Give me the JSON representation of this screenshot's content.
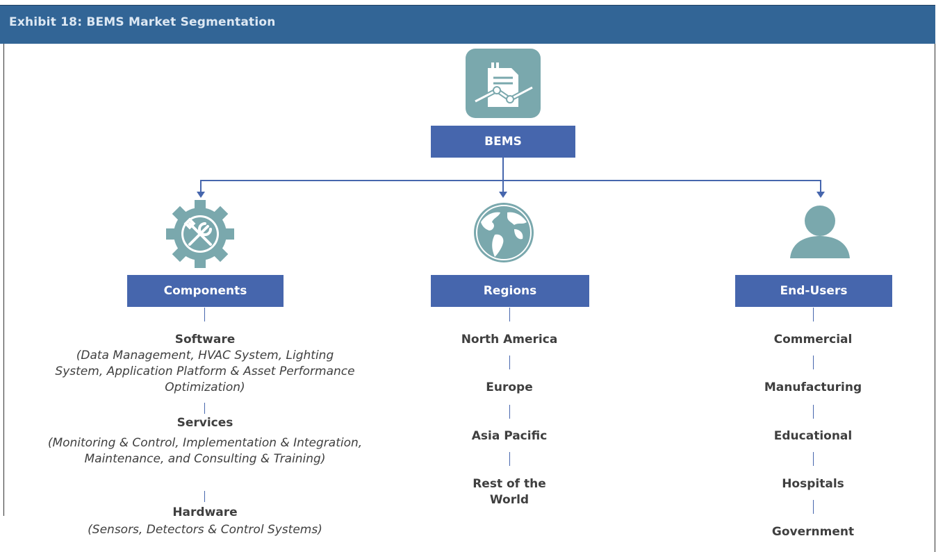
{
  "header": {
    "title": "Exhibit 18: BEMS Market Segmentation"
  },
  "root": {
    "label": "BEMS",
    "icon": "document-chart-icon"
  },
  "colors": {
    "header_bg": "#326596",
    "box_bg": "#4666ad",
    "icon_teal": "#7aa8ad",
    "text": "#3f3f3f"
  },
  "branches": {
    "components": {
      "label": "Components",
      "icon": "gear-tools-icon",
      "items": [
        {
          "name": "Software",
          "detail": "(Data Management, HVAC System, Lighting System, Application Platform & Asset Performance Optimization)"
        },
        {
          "name": "Services",
          "detail": "(Monitoring & Control, Implementation & Integration, Maintenance, and Consulting & Training)"
        },
        {
          "name": "Hardware",
          "detail": "(Sensors, Detectors & Control Systems)"
        }
      ]
    },
    "regions": {
      "label": "Regions",
      "icon": "globe-icon",
      "items": [
        "North America",
        "Europe",
        "Asia Pacific",
        "Rest of the World"
      ]
    },
    "end_users": {
      "label": "End-Users",
      "icon": "user-icon",
      "items": [
        "Commercial",
        "Manufacturing",
        "Educational",
        "Hospitals",
        "Government"
      ]
    }
  }
}
